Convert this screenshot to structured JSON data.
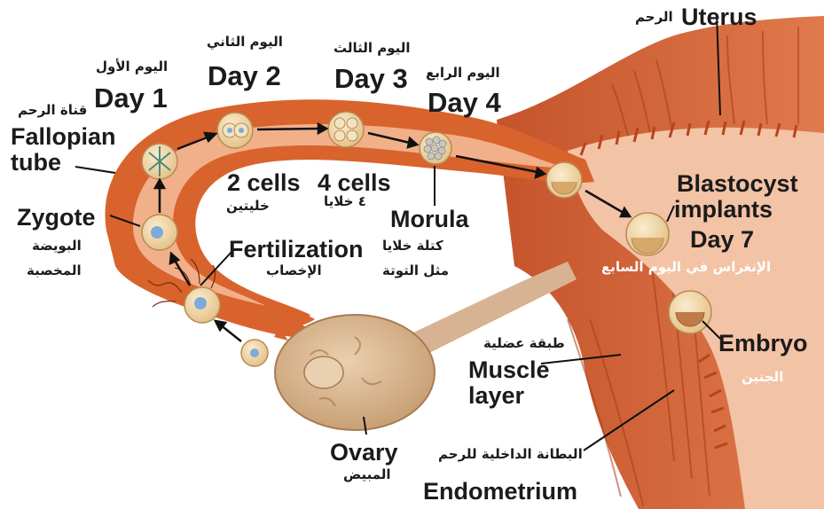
{
  "colors": {
    "tube_fill": "#d9632c",
    "tube_dark": "#9c3512",
    "tube_lumen": "#f1b08a",
    "uterus_wall": "#cf5a2e",
    "uterus_cavity": "#f3c3a6",
    "ovary": "#d9b58a",
    "cell": "#f2d7a6",
    "nucleus": "#7fa9d9",
    "text": "#1b1b1b",
    "arabic_on_tissue": "#ffffff"
  },
  "labels": {
    "day1_ar": "اليوم الأول",
    "day1": "Day 1",
    "day2_ar": "اليوم الثاني",
    "day2": "Day 2",
    "day3_ar": "اليوم الثالث",
    "day3": "Day 3",
    "day4_ar": "اليوم الرابع",
    "day4": "Day 4",
    "uterus_ar": "الرحم",
    "uterus": "Uterus",
    "tube_ar": "قناة الرحم",
    "fallopian": "Fallopian",
    "tube": "tube",
    "zygote": "Zygote",
    "zygote_ar1": "البويضة",
    "zygote_ar2": "المخصبة",
    "cells2": "2 cells",
    "cells4": "4 cells",
    "cells2_ar": "خليتين",
    "cells4_ar": "٤ خلايا",
    "morula": "Morula",
    "morula_ar1": "كتلة خلايا",
    "morula_ar2": "مثل التوتة",
    "fertilization": "Fertilization",
    "fertilization_ar": "الإخصاب",
    "blastocyst": "Blastocyst",
    "implants": "implants",
    "day7": "Day 7",
    "implant_ar": "الإنغراس في اليوم السابع",
    "embryo": "Embryo",
    "embryo_ar": "الجنين",
    "muscle_ar": "طبقة عضلية",
    "muscle": "Muscle",
    "layer": "layer",
    "endometrium_ar": "البطانة الداخلية للرحم",
    "endometrium": "Endometrium",
    "ovary": "Ovary",
    "ovary_ar": "المبيض"
  }
}
